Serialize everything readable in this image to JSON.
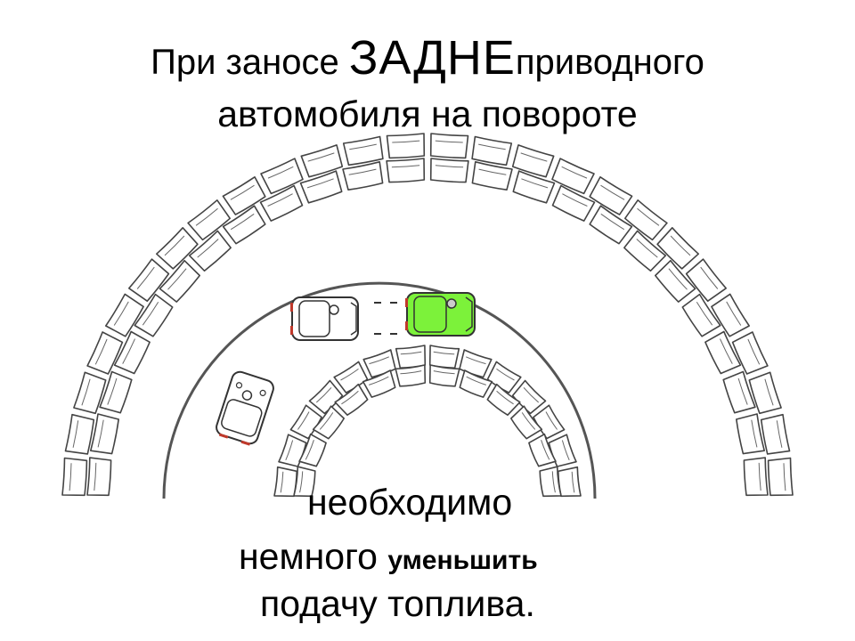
{
  "slide": {
    "title_line1_pre": "При заносе ",
    "title_line1_caps": "ЗАДНЕ",
    "title_line1_post": "приводного",
    "title_line2": "автомобиля на повороте",
    "caption_line1": "необходимо",
    "caption_line2_pre": "немного ",
    "caption_line2_bold": "уменьшить",
    "caption_line3": "подачу топлива."
  },
  "colors": {
    "car_main": "#7cf23a",
    "car_ghost": "#ffffff",
    "brake_light": "#c0392b",
    "line": "#555555"
  },
  "icons": {
    "barrier": "tire-barrier-icon",
    "car": "car-top-view-icon"
  }
}
